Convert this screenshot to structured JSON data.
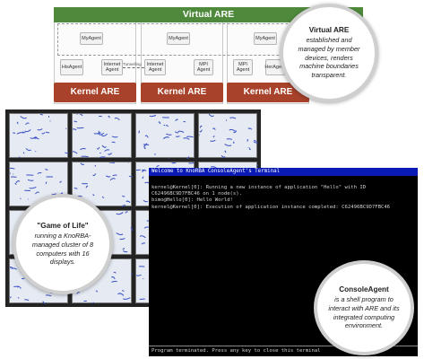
{
  "diagram": {
    "virtual_label": "Virtual ARE",
    "kernel_label": "Kernel ARE",
    "columns": [
      {
        "agents": [
          "MyAgent",
          "HisAgent",
          "Internet Agent"
        ]
      },
      {
        "agents": [
          "MyAgent",
          "Internet Agent",
          "MPI Agent"
        ]
      },
      {
        "agents": [
          "MyAgent",
          "MPI Agent",
          "HerAgent"
        ]
      }
    ],
    "tunnel_label": "Tunnelling"
  },
  "callout_virtual": {
    "title": "Virtual ARE",
    "body": "established and managed by member devices, renders machine boundaries transparent."
  },
  "callout_game": {
    "title": "\"Game of Life\"",
    "body": "running a KnoRBA-managed cluster of 8 computers with 16 displays."
  },
  "callout_console": {
    "title": "ConsoleAgent",
    "body": "is a shell program to interact with ARE and its integrated computing environment."
  },
  "terminal": {
    "title": "Welcome to KnoRBA ConsoleAgent's Terminal",
    "lines": [
      "kernel@Kernel[0]: Running a new instance of application \"Hello\" with ID C62496BC9D7FBC46 on 1 node(s).",
      "bimo@Hello[0]: Hello World!",
      "kernel@Kernel[0]: Execution of application instance completed: C62496BC9D7FBC46"
    ],
    "footer": "Program terminated. Press any key to close this terminal"
  },
  "colors": {
    "virtual_green": "#4f8a3c",
    "kernel_red": "#a8422a",
    "terminal_title_blue": "#0a1bb5",
    "display_line_blue": "#3a4fc4"
  }
}
